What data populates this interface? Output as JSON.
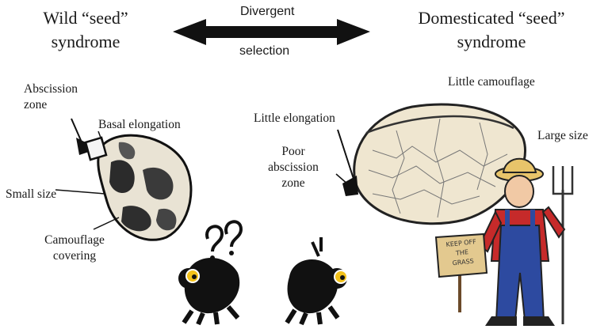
{
  "headers": {
    "wild": [
      "Wild “seed”",
      "syndrome"
    ],
    "domesticated": [
      "Domesticated “seed”",
      "syndrome"
    ]
  },
  "arrow": {
    "top_label": "Divergent",
    "bottom_label": "selection"
  },
  "wild_labels": {
    "abscission": [
      "Abscission",
      "zone"
    ],
    "basal": "Basal elongation",
    "small": "Small size",
    "camouflage": [
      "Camouflage",
      "covering"
    ]
  },
  "dom_labels": {
    "little_camouflage": "Little camouflage",
    "little_elongation": "Little elongation",
    "poor_abscission": [
      "Poor",
      "abscission",
      "zone"
    ],
    "large": "Large size"
  },
  "sign_text": [
    "KEEP OFF",
    "THE",
    "GRASS"
  ],
  "colors": {
    "text": "#1a1a1a",
    "arrow": "#111111",
    "seed_dom": "#efe6d0",
    "overalls": "#2d4aa0",
    "shirt": "#c62a2a"
  }
}
